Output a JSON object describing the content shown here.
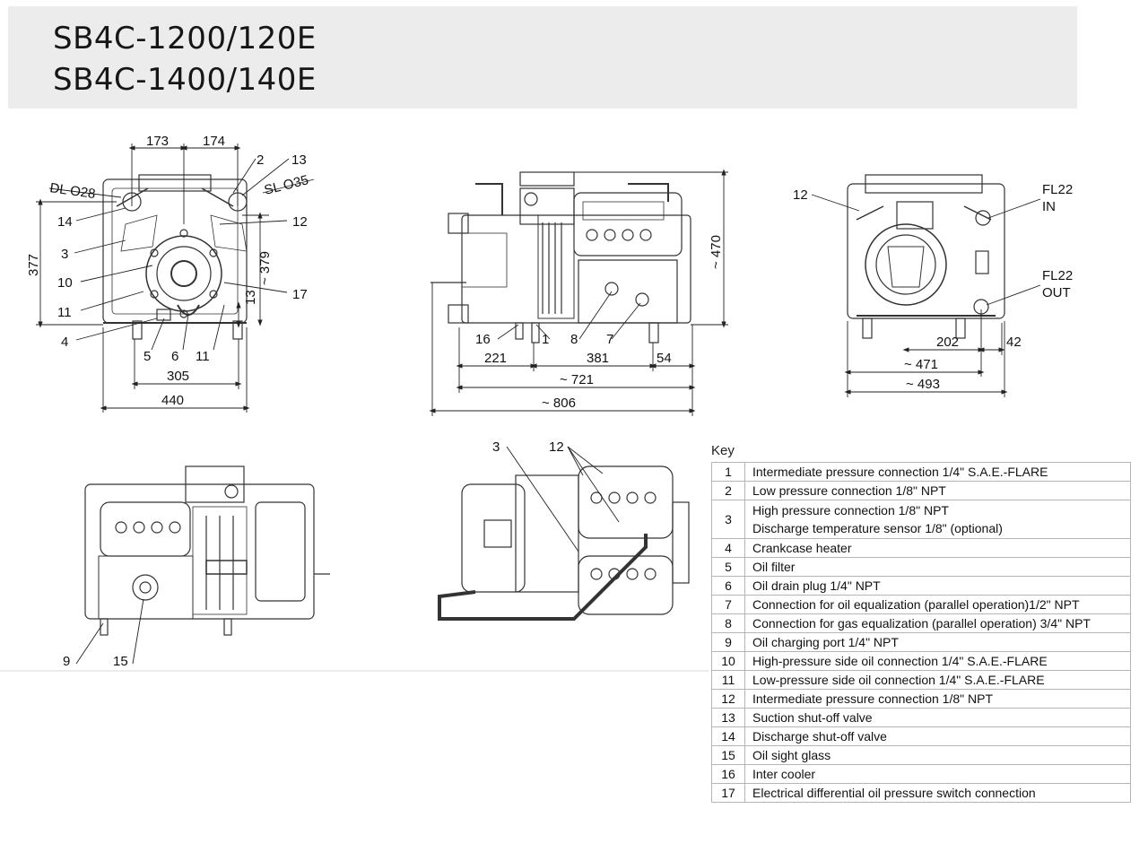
{
  "header": {
    "model_1": "SB4C-1200/120E",
    "model_2": "SB4C-1400/140E"
  },
  "views": {
    "front": {
      "dims": [
        "173",
        "174",
        "377",
        "~ 379",
        "13",
        "305",
        "440"
      ],
      "pipe_labels": [
        "DL O28",
        "SL O35"
      ],
      "callouts": [
        "2",
        "13",
        "14",
        "3",
        "10",
        "11",
        "4",
        "5",
        "6",
        "11",
        "12",
        "17"
      ]
    },
    "side": {
      "dims": [
        "~ 470",
        "221",
        "381",
        "54",
        "~ 721",
        "~ 806"
      ],
      "callouts": [
        "16",
        "1",
        "8",
        "7"
      ]
    },
    "rear": {
      "dims": [
        "202",
        "42",
        "~ 471",
        "~ 493"
      ],
      "callouts": [
        "12"
      ],
      "connections": [
        "FL22",
        "IN",
        "FL22",
        "OUT"
      ]
    },
    "top": {
      "callouts": [
        "9",
        "15"
      ]
    },
    "iso": {
      "callouts": [
        "3",
        "12"
      ]
    }
  },
  "key": {
    "title": "Key",
    "rows": [
      {
        "num": "1",
        "lines": [
          "Intermediate pressure connection 1/4\" S.A.E.-FLARE"
        ]
      },
      {
        "num": "2",
        "lines": [
          "Low pressure connection 1/8\" NPT"
        ]
      },
      {
        "num": "3",
        "lines": [
          "High pressure connection 1/8\" NPT",
          "Discharge temperature sensor 1/8\" (optional)"
        ]
      },
      {
        "num": "4",
        "lines": [
          "Crankcase heater"
        ]
      },
      {
        "num": "5",
        "lines": [
          "Oil filter"
        ]
      },
      {
        "num": "6",
        "lines": [
          "Oil drain plug  1/4\" NPT"
        ]
      },
      {
        "num": "7",
        "lines": [
          "Connection for oil equalization (parallel operation)1/2\" NPT"
        ]
      },
      {
        "num": "8",
        "lines": [
          "Connection for gas equalization (parallel operation) 3/4\" NPT"
        ]
      },
      {
        "num": "9",
        "lines": [
          "Oil charging port 1/4\" NPT"
        ]
      },
      {
        "num": "10",
        "lines": [
          "High-pressure side oil connection 1/4\" S.A.E.-FLARE"
        ]
      },
      {
        "num": "11",
        "lines": [
          "Low-pressure side oil connection 1/4\" S.A.E.-FLARE"
        ]
      },
      {
        "num": "12",
        "lines": [
          "Intermediate pressure connection 1/8\" NPT"
        ]
      },
      {
        "num": "13",
        "lines": [
          "Suction shut-off valve"
        ]
      },
      {
        "num": "14",
        "lines": [
          "Discharge shut-off valve"
        ]
      },
      {
        "num": "15",
        "lines": [
          "Oil sight glass"
        ]
      },
      {
        "num": "16",
        "lines": [
          "Inter cooler"
        ]
      },
      {
        "num": "17",
        "lines": [
          "Electrical differential oil pressure switch connection"
        ]
      }
    ]
  }
}
